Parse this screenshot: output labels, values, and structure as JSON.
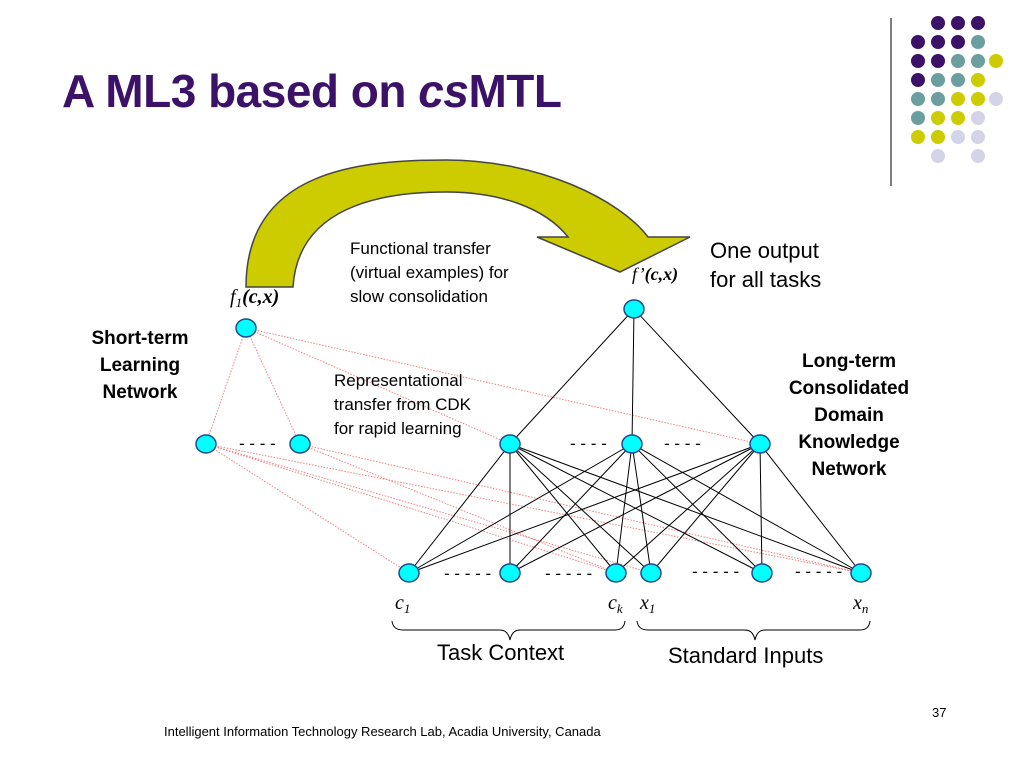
{
  "slide": {
    "title_prefix": "A ML3 based on ",
    "title_italic": "cs",
    "title_suffix": "MTL",
    "page_number": "37",
    "footer": "Intelligent  Information Technology Research Lab,   Acadia University, Canada"
  },
  "labels": {
    "functional_transfer": [
      "Functional transfer",
      "(virtual examples) for",
      "slow consolidation"
    ],
    "representational_transfer": [
      "Representational",
      "transfer from CDK",
      "for rapid learning"
    ],
    "one_output": [
      "One output",
      "for all tasks"
    ],
    "short_term": [
      "Short-term",
      "Learning",
      "Network"
    ],
    "long_term": [
      "Long-term",
      "Consolidated",
      "Domain",
      "Knowledge",
      "Network"
    ],
    "task_context": "Task Context",
    "standard_inputs": "Standard Inputs"
  },
  "math": {
    "f1_func": "f",
    "f1_sub": "1",
    "f1_args": "(c,x)",
    "fprime_func": "f’",
    "fprime_args": "(c,x)",
    "c1": "c",
    "c1_sub": "1",
    "ck": "c",
    "ck_sub": "k",
    "x1": "x",
    "x1_sub": "1",
    "xn": "x",
    "xn_sub": "n"
  },
  "ellipses": {
    "hidden": "- - - -",
    "inputs": "- - - - -"
  },
  "colors": {
    "title": "#3b1268",
    "node": "#00ffff",
    "arrow_fill": "#cccc00",
    "arrow_fill_light": "#ffff00",
    "dot_purple": "#3b1268",
    "dot_teal": "#6b9e9e",
    "dot_yellow": "#cccc00",
    "dot_lavender": "#d4d4e8",
    "dashed_lines": "#f08080"
  }
}
